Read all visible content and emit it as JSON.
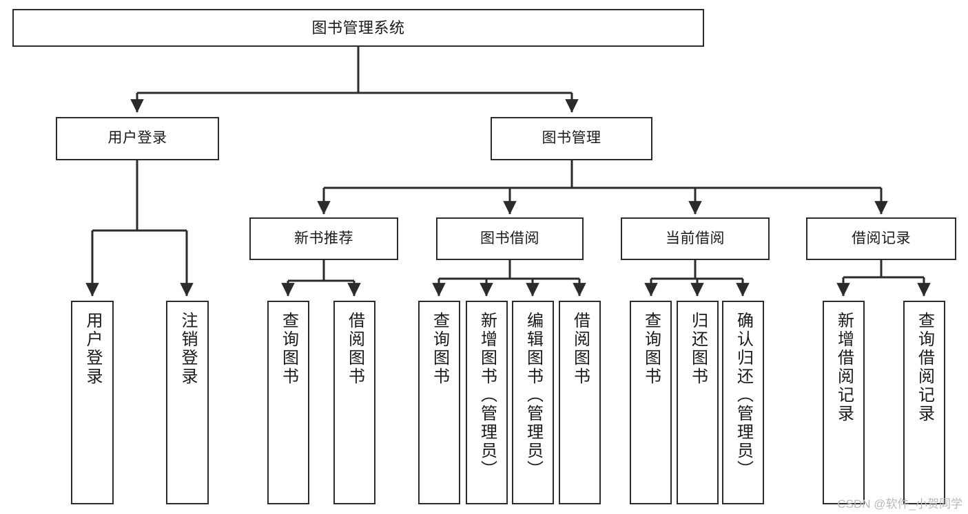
{
  "diagram": {
    "title": "图书管理系统",
    "type": "hierarchy-tree",
    "edge_color": "#2b2b2b",
    "box_border_color": "#2b2b2b",
    "box_fill_color": "#ffffff",
    "background_color": "#ffffff"
  },
  "nodes": {
    "root": {
      "label": "图书管理系统",
      "level": 1
    },
    "level2": [
      {
        "id": "user-login",
        "label": "用户登录",
        "level": 2
      },
      {
        "id": "book-manage",
        "label": "图书管理",
        "level": 2
      }
    ],
    "level3": [
      {
        "id": "new-book-recommend",
        "label": "新书推荐",
        "level": 3,
        "parent": "book-manage"
      },
      {
        "id": "book-borrow",
        "label": "图书借阅",
        "level": 3,
        "parent": "book-manage"
      },
      {
        "id": "current-borrow",
        "label": "当前借阅",
        "level": 3,
        "parent": "book-manage"
      },
      {
        "id": "borrow-record",
        "label": "借阅记录",
        "level": 3,
        "parent": "book-manage"
      }
    ],
    "leaves": [
      {
        "id": "leaf-user-login",
        "label": "用户登录",
        "parent": "user-login"
      },
      {
        "id": "leaf-logout",
        "label": "注销登录",
        "parent": "user-login"
      },
      {
        "id": "leaf-query-book-1",
        "label": "查询图书",
        "parent": "new-book-recommend"
      },
      {
        "id": "leaf-borrow-book-1",
        "label": "借阅图书",
        "parent": "new-book-recommend"
      },
      {
        "id": "leaf-query-book-2",
        "label": "查询图书",
        "parent": "book-borrow"
      },
      {
        "id": "leaf-add-book-admin",
        "label": "新增图书（管理员）",
        "parent": "book-borrow"
      },
      {
        "id": "leaf-edit-book-admin",
        "label": "编辑图书（管理员）",
        "parent": "book-borrow"
      },
      {
        "id": "leaf-borrow-book-2",
        "label": "借阅图书",
        "parent": "book-borrow"
      },
      {
        "id": "leaf-query-book-3",
        "label": "查询图书",
        "parent": "current-borrow"
      },
      {
        "id": "leaf-return-book",
        "label": "归还图书",
        "parent": "current-borrow"
      },
      {
        "id": "leaf-confirm-return-admin",
        "label": "确认归还（管理员）",
        "parent": "current-borrow"
      },
      {
        "id": "leaf-add-borrow-record",
        "label": "新增借阅记录",
        "parent": "borrow-record"
      },
      {
        "id": "leaf-query-borrow-record",
        "label": "查询借阅记录",
        "parent": "borrow-record"
      }
    ]
  },
  "watermark": {
    "text": "CSDN @软件_小贺同学"
  }
}
